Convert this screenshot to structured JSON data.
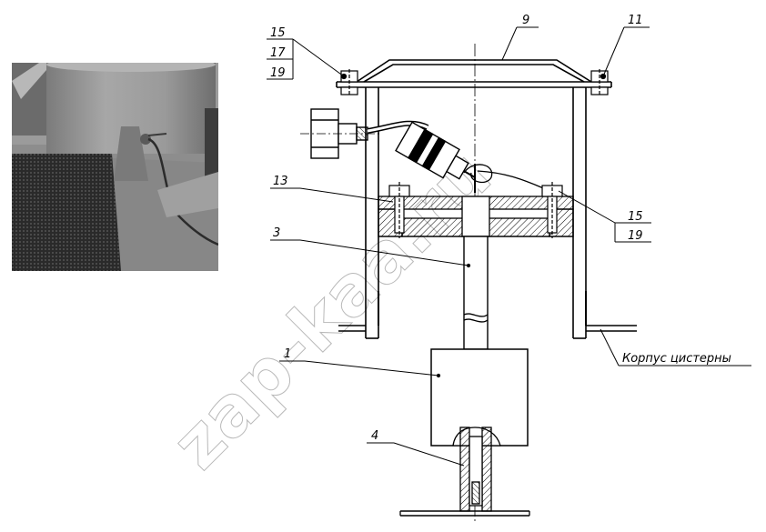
{
  "photo": {
    "description_icon": "tank-sensor-photo"
  },
  "callouts": {
    "c15_top": "15",
    "c17": "17",
    "c19_top": "19",
    "c9": "9",
    "c11": "11",
    "c13": "13",
    "c15_right": "15",
    "c19_right": "19",
    "c3": "3",
    "c1": "1",
    "c4": "4"
  },
  "labels": {
    "tank_body": "Корпус цистерны"
  },
  "watermark": "zap-kaa.ru",
  "corner_mark": "",
  "colors": {
    "line": "#000000",
    "hatch": "#000000",
    "watermark": "#b9b9b9",
    "photo_gray": "#8a8a8a"
  }
}
